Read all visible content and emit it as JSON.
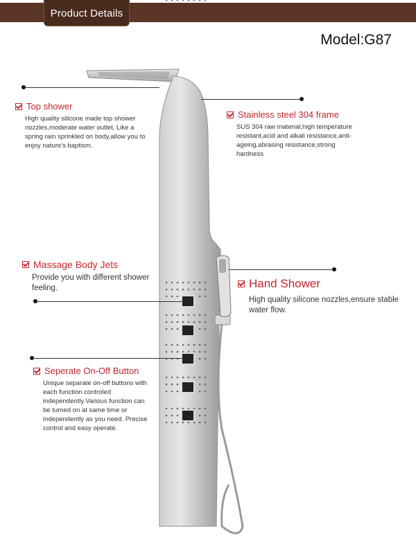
{
  "header": {
    "title": "Product Details"
  },
  "model": "Model:G87",
  "features": [
    {
      "id": "top-shower",
      "title": "Top shower",
      "desc": "High quality silicone made top shower nozzles,moderate water outlet, Like a spring rain sprinkled on body,allow you to enjoy nature's baptism."
    },
    {
      "id": "steel-frame",
      "title": "Stainless steel 304 frame",
      "desc": "SUS 304 raw material,high temperature resistant,acid and alkali resistance,anti-ageing,abrasing resistance,strong hardness"
    },
    {
      "id": "massage-jets",
      "title": "Massage Body Jets",
      "desc": "Provide you with different shower feeling."
    },
    {
      "id": "hand-shower",
      "title": "Hand Shower",
      "desc": "High quality silicone nozzles,ensure stable water flow."
    },
    {
      "id": "onoff-button",
      "title": "Seperate On-Off Button",
      "desc": "Unique separate on-off buttons with each function controled independently.Various function can be turned on at same time or independently as you need. Precise control and easy operate."
    }
  ],
  "colors": {
    "header": "#5a3526",
    "accent": "#c0272d",
    "steel": "#b9b9b9"
  }
}
